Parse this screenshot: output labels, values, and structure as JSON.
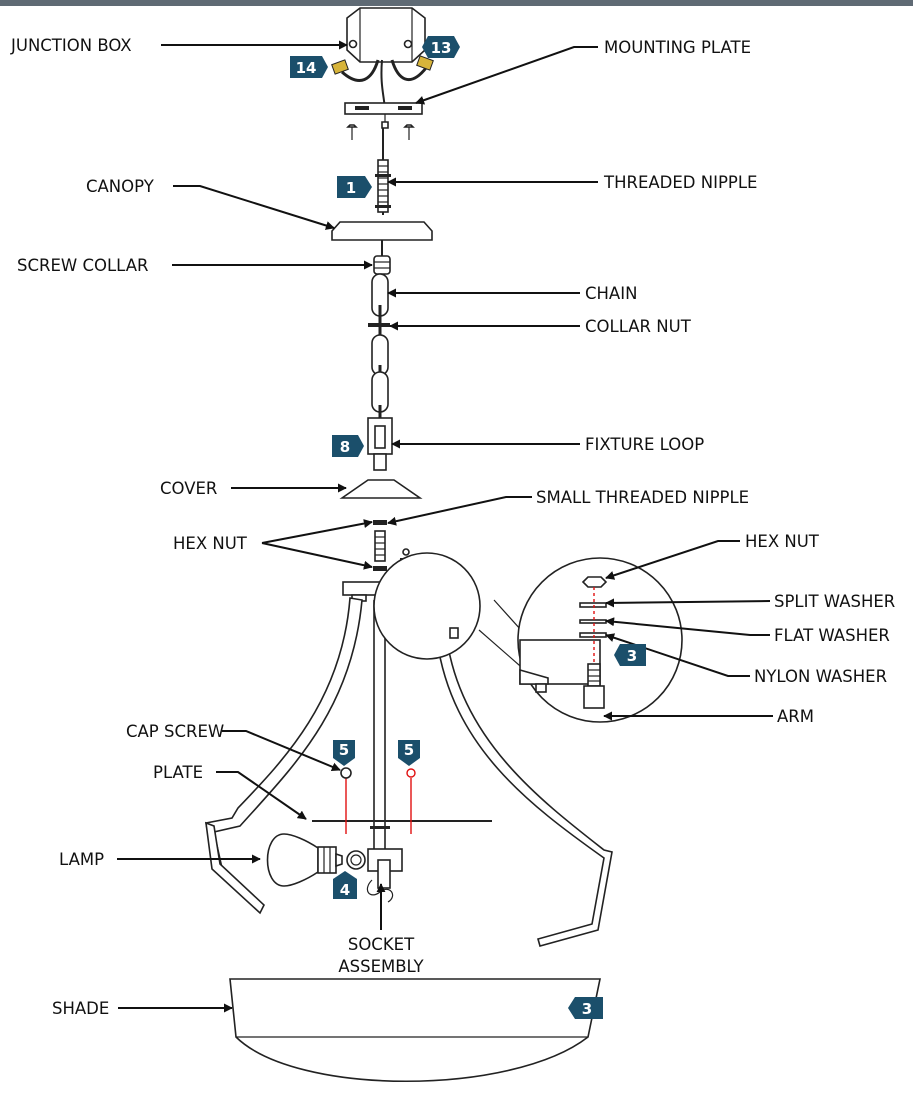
{
  "colors": {
    "badge": "#1b4f6b",
    "top_bar": "#5f6a74",
    "guide_line": "#e01010",
    "ink": "#111111"
  },
  "labels": {
    "junction_box": "JUNCTION BOX",
    "mounting_plate": "MOUNTING PLATE",
    "threaded_nipple": "THREADED NIPPLE",
    "canopy": "CANOPY",
    "screw_collar": "SCREW COLLAR",
    "chain": "CHAIN",
    "collar_nut": "COLLAR NUT",
    "fixture_loop": "FIXTURE LOOP",
    "cover": "COVER",
    "small_threaded_nipple": "SMALL THREADED NIPPLE",
    "hex_nut_left": "HEX NUT",
    "hex_nut_detail": "HEX NUT",
    "split_washer": "SPLIT WASHER",
    "flat_washer": "FLAT WASHER",
    "nylon_washer": "NYLON WASHER",
    "arm": "ARM",
    "cap_screw": "CAP SCREW",
    "plate": "PLATE",
    "lamp": "LAMP",
    "socket_assembly_line1": "SOCKET",
    "socket_assembly_line2": "ASSEMBLY",
    "shade": "SHADE"
  },
  "badges": {
    "junction_left": "14",
    "junction_right": "13",
    "nipple": "1",
    "fixture_loop": "8",
    "detail_arm": "3",
    "cap_screw_left": "5",
    "cap_screw_right": "5",
    "lamp": "4",
    "shade": "3"
  }
}
